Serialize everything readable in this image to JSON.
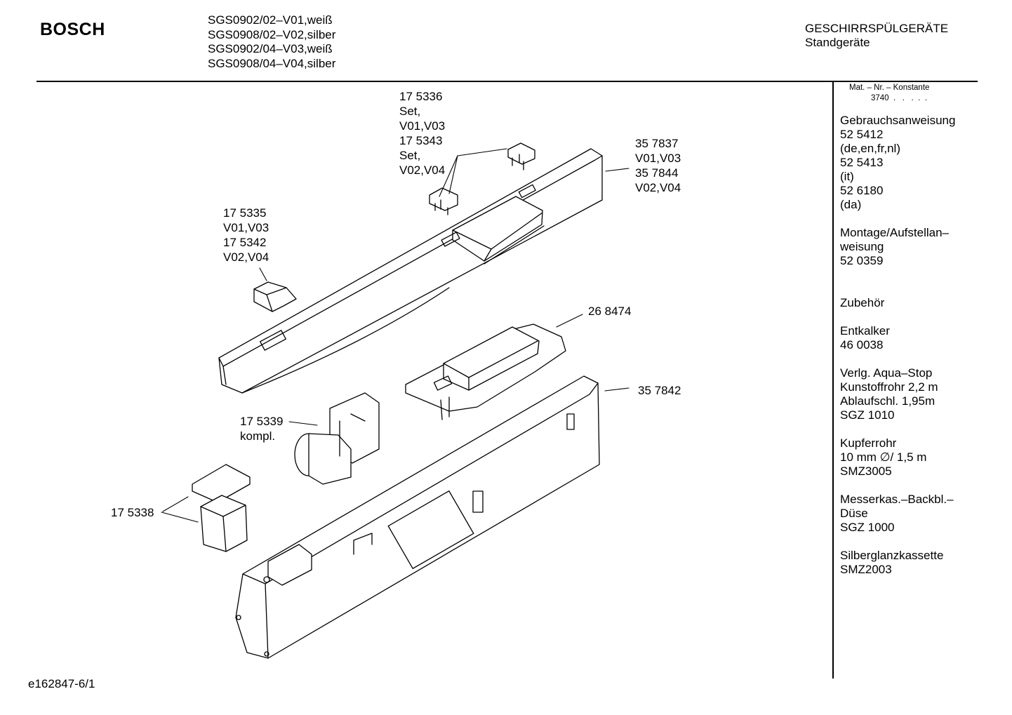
{
  "header": {
    "brand": "BOSCH",
    "models": [
      "SGS0902/02–V01,weiß",
      "SGS0908/02–V02,silber",
      "SGS0902/04–V03,weiß",
      "SGS0908/04–V04,silber"
    ],
    "category": "GESCHIRRSPÜLGERÄTE",
    "subcategory": "Standgeräte"
  },
  "sidebar": {
    "mat_label": "Mat. – Nr. – Konstante",
    "mat_const": "3740  .   .   .  .  .",
    "groups": [
      [
        "Gebrauchsanweisung",
        "52 5412",
        "(de,en,fr,nl)",
        "52 5413",
        "(it)",
        "52 6180",
        "(da)"
      ],
      [
        "Montage/Aufstellan–",
        "weisung",
        "52 0359"
      ],
      [
        "",
        "Zubehör"
      ],
      [
        "Entkalker",
        "46 0038"
      ],
      [
        "Verlg. Aqua–Stop",
        "Kunstoffrohr 2,2 m",
        "Ablaufschl. 1,95m",
        "SGZ 1010"
      ],
      [
        "Kupferrohr",
        "10 mm ∅/ 1,5 m",
        "SMZ3005"
      ],
      [
        "Messerkas.–Backbl.–",
        "Düse",
        "SGZ 1000"
      ],
      [
        "Silberglanzkassette",
        "SMZ2003"
      ]
    ]
  },
  "parts": {
    "p175336": [
      "17 5336",
      "Set,",
      "V01,V03",
      "17 5343",
      "Set,",
      "V02,V04"
    ],
    "p357837": [
      "35 7837",
      "V01,V03",
      "35 7844",
      "V02,V04"
    ],
    "p175335": [
      "17 5335",
      "V01,V03",
      "17 5342",
      "V02,V04"
    ],
    "p268474": [
      "26 8474"
    ],
    "p357842": [
      "35 7842"
    ],
    "p175339": [
      "17 5339",
      "kompl."
    ],
    "p175338": [
      "17 5338"
    ]
  },
  "footer": {
    "code": "e162847-6/1"
  }
}
